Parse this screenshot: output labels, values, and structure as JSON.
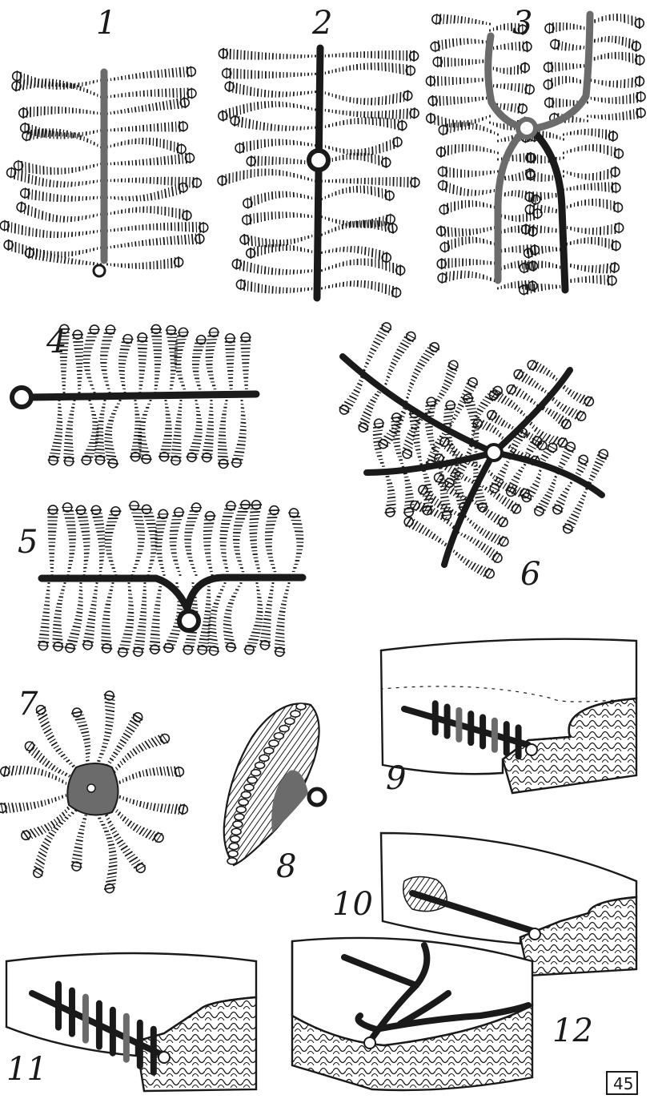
{
  "figure_labels": {
    "f1": "1",
    "f2": "2",
    "f3": "3",
    "f4": "4",
    "f5": "5",
    "f6": "6",
    "f7": "7",
    "f8": "8",
    "f9": "9",
    "f10": "10",
    "f11": "11",
    "f12": "12"
  },
  "page_number": "45",
  "colors": {
    "ink": "#1a1a1a",
    "shaded": "#6b6b6b",
    "paper": "#ffffff"
  }
}
